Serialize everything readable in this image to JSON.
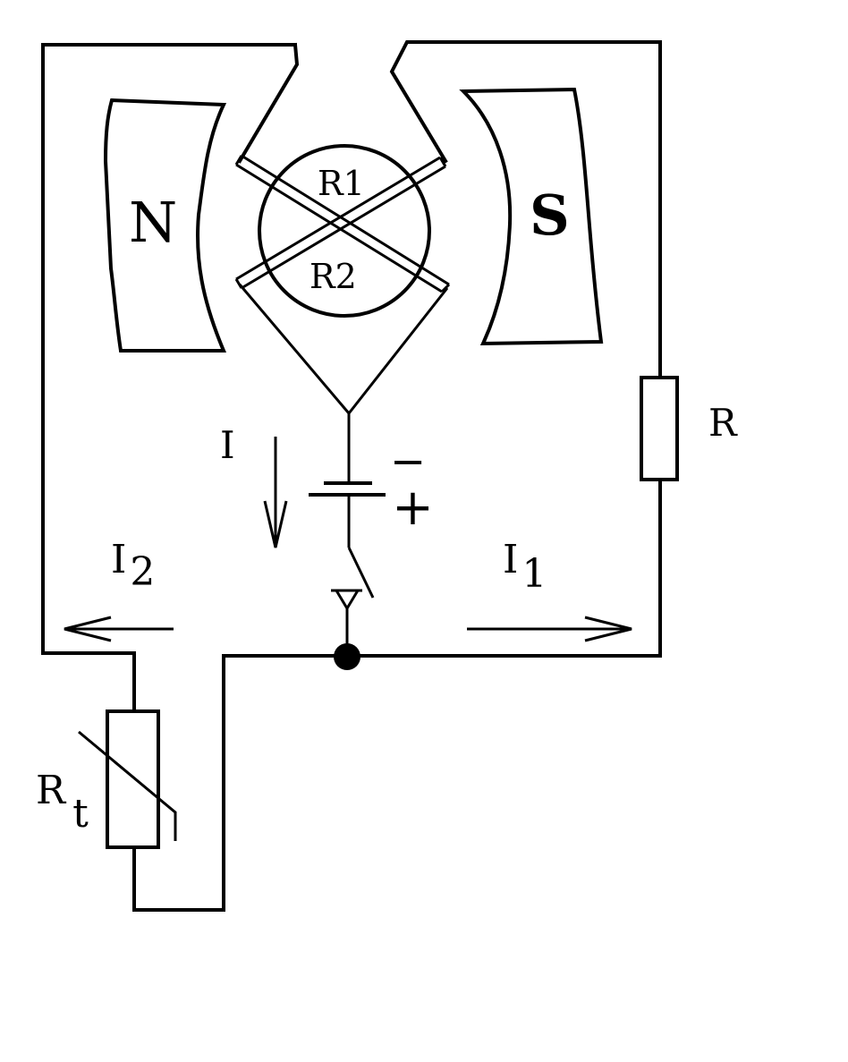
{
  "labels": {
    "magnet_north": "N",
    "magnet_south": "S",
    "frame_r1": "R1",
    "frame_r2": "R2",
    "resistor": "R",
    "thermistor_main": "R",
    "thermistor_sub": "t",
    "current_total": "I",
    "current_1_main": "I",
    "current_1_sub": "1",
    "current_2_main": "I",
    "current_2_sub": "2",
    "battery_minus": "−",
    "battery_plus": "+"
  }
}
